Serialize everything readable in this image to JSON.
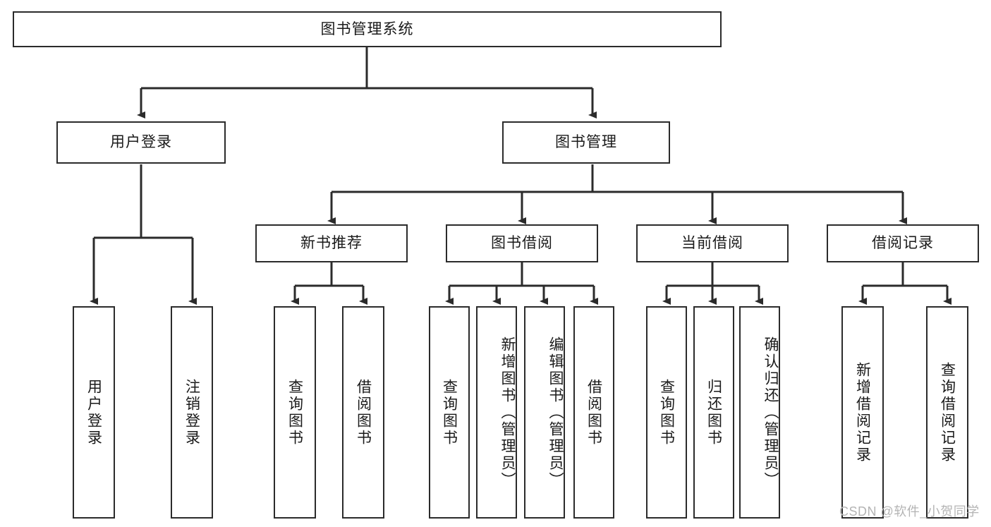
{
  "diagram": {
    "title": "图书管理系统",
    "type": "hierarchy-tree",
    "watermark": "CSDN @软件_小贺同学",
    "colors": {
      "stroke": "#2b2b2b",
      "fill": "#ffffff",
      "text": "#1a1a1a",
      "watermark": "#b4b4b4"
    },
    "nodes": {
      "root": {
        "label": "图书管理系统"
      },
      "level2": [
        {
          "id": "user-login",
          "label": "用户登录"
        },
        {
          "id": "book-manage",
          "label": "图书管理"
        }
      ],
      "level3": [
        {
          "id": "new-book-recommend",
          "label": "新书推荐"
        },
        {
          "id": "book-borrow",
          "label": "图书借阅"
        },
        {
          "id": "current-borrow",
          "label": "当前借阅"
        },
        {
          "id": "borrow-record",
          "label": "借阅记录"
        }
      ],
      "leaves": {
        "user_login": [
          {
            "id": "leaf-user-login",
            "label": "用户登录"
          },
          {
            "id": "leaf-logout",
            "label": "注销登录"
          }
        ],
        "new_book_recommend": [
          {
            "id": "leaf-query-book-1",
            "label": "查询图书"
          },
          {
            "id": "leaf-borrow-book-1",
            "label": "借阅图书"
          }
        ],
        "book_borrow": [
          {
            "id": "leaf-query-book-2",
            "label": "查询图书"
          },
          {
            "id": "leaf-add-book",
            "label": "新增图书（管理员）"
          },
          {
            "id": "leaf-edit-book",
            "label": "编辑图书（管理员）"
          },
          {
            "id": "leaf-borrow-book-2",
            "label": "借阅图书"
          }
        ],
        "current_borrow": [
          {
            "id": "leaf-query-book-3",
            "label": "查询图书"
          },
          {
            "id": "leaf-return-book",
            "label": "归还图书"
          },
          {
            "id": "leaf-confirm-return",
            "label": "确认归还（管理员）"
          }
        ],
        "borrow_record": [
          {
            "id": "leaf-add-record",
            "label": "新增借阅记录"
          },
          {
            "id": "leaf-query-record",
            "label": "查询借阅记录"
          }
        ]
      }
    }
  }
}
